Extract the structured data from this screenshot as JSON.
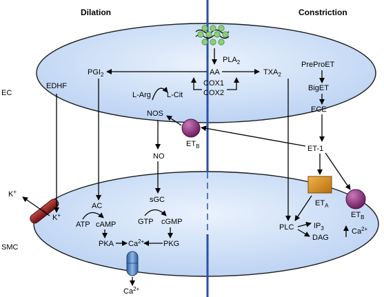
{
  "headers": {
    "left": "Dilation",
    "right": "Constriction"
  },
  "cell_labels": {
    "ec": "EC",
    "smc": "SMC"
  },
  "ec": {
    "pla2": "PLA",
    "pla2_sub": "2",
    "aa": "AA",
    "pgi2": "PGI",
    "pgi2_sub": "2",
    "txa2": "TXA",
    "txa2_sub": "2",
    "cox1": "COX1",
    "cox2": "COX2",
    "edhf": "EDHF",
    "l_arg": "L-Arg",
    "l_cit": "L-Cit",
    "nos": "NOS",
    "etb": "ET",
    "etb_sub": "B",
    "preproet": "PreProET",
    "biget": "BigET",
    "ece": "ECE"
  },
  "between": {
    "no": "NO",
    "et1": "ET-1"
  },
  "smc": {
    "k_out": "K",
    "k_out_sup": "+",
    "k_in": "K",
    "k_in_sup": "+",
    "ac": "AC",
    "atp": "ATP",
    "camp": "cAMP",
    "pka": "PKA",
    "sgc": "sGC",
    "gtp": "GTP",
    "cgmp": "cGMP",
    "pkg": "PKG",
    "ca": "Ca",
    "ca_sup": "2+",
    "ca_out": "Ca",
    "ca_out_sup": "2+",
    "eta": "ET",
    "eta_sub": "A",
    "etb": "ET",
    "etb_sub": "B",
    "plc": "PLC",
    "ip3": "IP",
    "ip3_sub": "3",
    "dag": "DAG",
    "ca_rise": "Ca",
    "ca_rise_sup": "2+"
  },
  "colors": {
    "cell_fill": "#cfe0f7",
    "cell_stroke": "#1a1a1a",
    "divider": "#2a4fa8",
    "receptor": "#8a2a7a",
    "eta_box": "#d48a1e",
    "k_channel": "#8b1d1d",
    "ca_channel": "#4a7fc0",
    "membrane_lipids": "#8ccf7a"
  }
}
